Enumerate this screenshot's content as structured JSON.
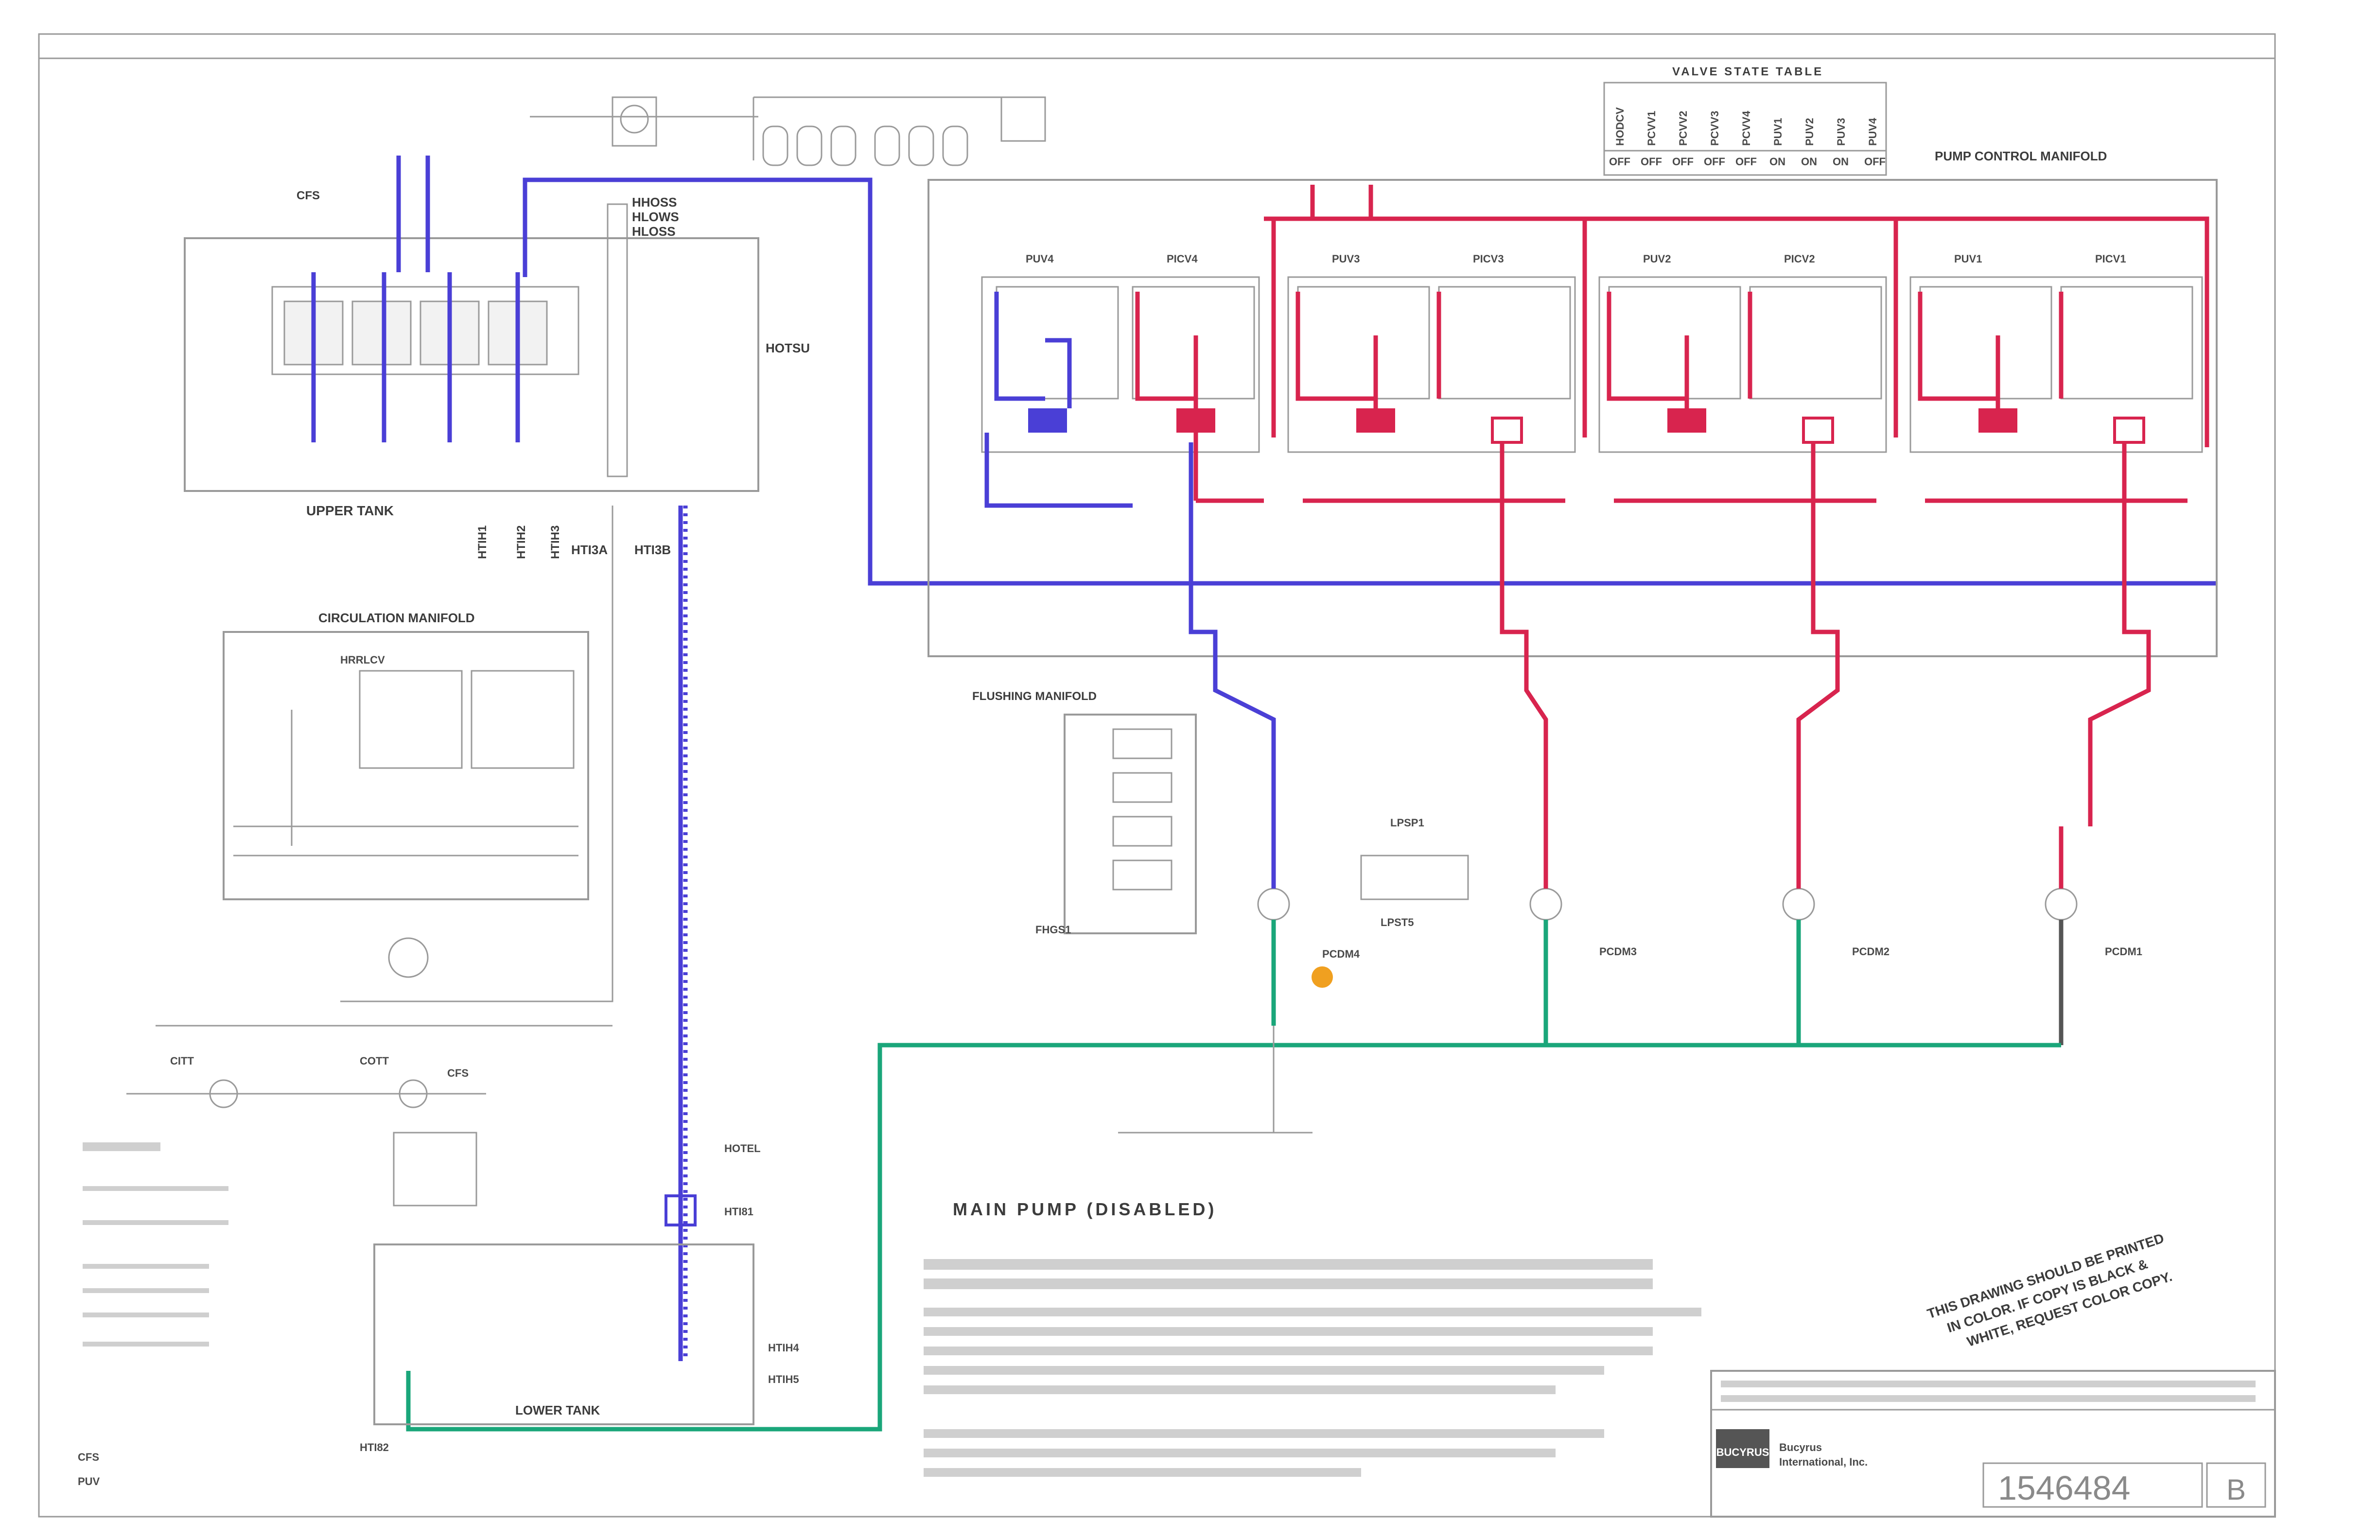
{
  "colors": {
    "blue_line": "#4a3fd6",
    "red_line": "#d8244e",
    "green_line": "#1aa67a",
    "warning_dot": "#f0a020",
    "gray_line": "#9a9a9a"
  },
  "header": {
    "valve_table_title": "VALVE STATE TABLE",
    "valve_headers": [
      "HODCV",
      "PCVV1",
      "PCVV2",
      "PCVV3",
      "PCVV4",
      "PUV1",
      "PUV2",
      "PUV3",
      "PUV4"
    ],
    "valve_states": [
      "OFF",
      "OFF",
      "OFF",
      "OFF",
      "OFF",
      "ON",
      "ON",
      "ON",
      "OFF"
    ],
    "pump_control_manifold": "PUMP CONTROL MANIFOLD"
  },
  "upper_tank": {
    "title": "UPPER TANK",
    "cfs_label": "CFS",
    "level_labels": [
      "HHOSS",
      "HLOWS",
      "HLOSS"
    ],
    "hotsu": "HOTSU",
    "sensors": [
      "HTIH1",
      "HTIH2",
      "HTIH3"
    ],
    "hti3a": "HTI3A",
    "hti3b": "HTI3B"
  },
  "pump_units": [
    {
      "puv": "PUV4",
      "picv": "PICV4"
    },
    {
      "puv": "PUV3",
      "picv": "PICV3"
    },
    {
      "puv": "PUV2",
      "picv": "PICV2"
    },
    {
      "puv": "PUV1",
      "picv": "PICV1"
    }
  ],
  "circulation_manifold": {
    "title": "CIRCULATION MANIFOLD",
    "sub": "HRRLCV"
  },
  "flushing_manifold": {
    "title": "FLUSHING MANIFOLD",
    "bottom_label": "FHGS1"
  },
  "pumps": {
    "labels": [
      "PCDM4",
      "PCDM3",
      "PCDM2",
      "PCDM1"
    ],
    "lpsp": "LPSP1",
    "lpst": "LPST5"
  },
  "lower_area": {
    "citt": "CITT",
    "cott": "COTT",
    "cfs": "CFS",
    "hotel": "HOTEL",
    "hti81": "HTI81",
    "htih4": "HTIH4",
    "htih5": "HTIH5",
    "lower_tank": "LOWER TANK",
    "hti82": "HTI82"
  },
  "main_pump": {
    "title": "MAIN PUMP (DISABLED)"
  },
  "legend": {
    "cfs": "CFS",
    "puv": "PUV"
  },
  "notice": {
    "line1": "THIS DRAWING SHOULD BE PRINTED",
    "line2": "IN COLOR. IF COPY IS BLACK &",
    "line3": "WHITE, REQUEST COLOR COPY."
  },
  "title_block": {
    "company_logo": "BUCYRUS",
    "company_line1": "Bucyrus",
    "company_line2": "International, Inc.",
    "drawing_number": "1546484",
    "revision": "B"
  }
}
